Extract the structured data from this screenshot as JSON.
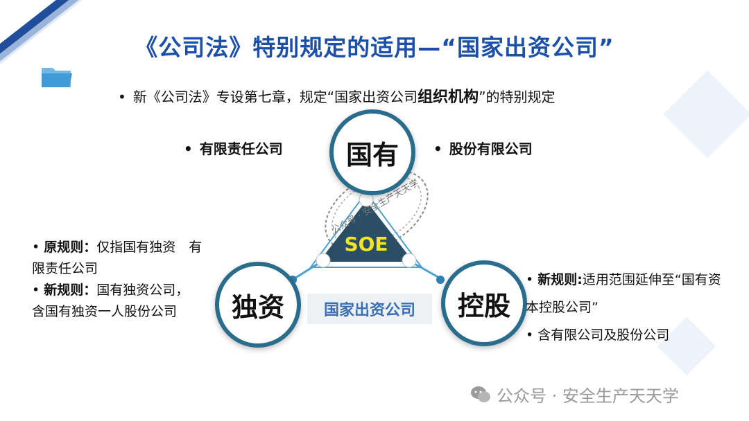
{
  "title": "《公司法》特别规定的适用—“国家出资公司”",
  "intro": {
    "bullet": "•",
    "text_before": "新《公司法》专设第七章，规定“国家出资公司",
    "text_bold": "组织机构",
    "text_after": "”的特别规定"
  },
  "top_left_item": "有限责任公司",
  "top_right_item": "股份有限公司",
  "nodes": {
    "top": "国有",
    "left": "独资",
    "right": "控股",
    "center": "SOE",
    "bottom": "国家出资公司"
  },
  "left_rules": {
    "old_label": "原规则：",
    "old_text": "仅指国有独资　有限责任公司",
    "new_label": "新规则：",
    "new_text": "国有独资公司，  含国有独资一人股份公司"
  },
  "right_rules": {
    "new_label": "新规则:",
    "new_text": "适用范围延伸至“国有资本控股公司”",
    "item2": "含有限公司及股份公司"
  },
  "stamp_text": "公众号 · 安全生产天天学",
  "footer": {
    "text": "公众号 · 安全生产天天学",
    "icon": "wechat-icon"
  },
  "colors": {
    "title": "#1b4fa8",
    "circle_border": "#2a6c8c",
    "triangle": "#2b4e67",
    "soe_text": "#f6e327",
    "accent_dot": "#2f7fb7"
  }
}
